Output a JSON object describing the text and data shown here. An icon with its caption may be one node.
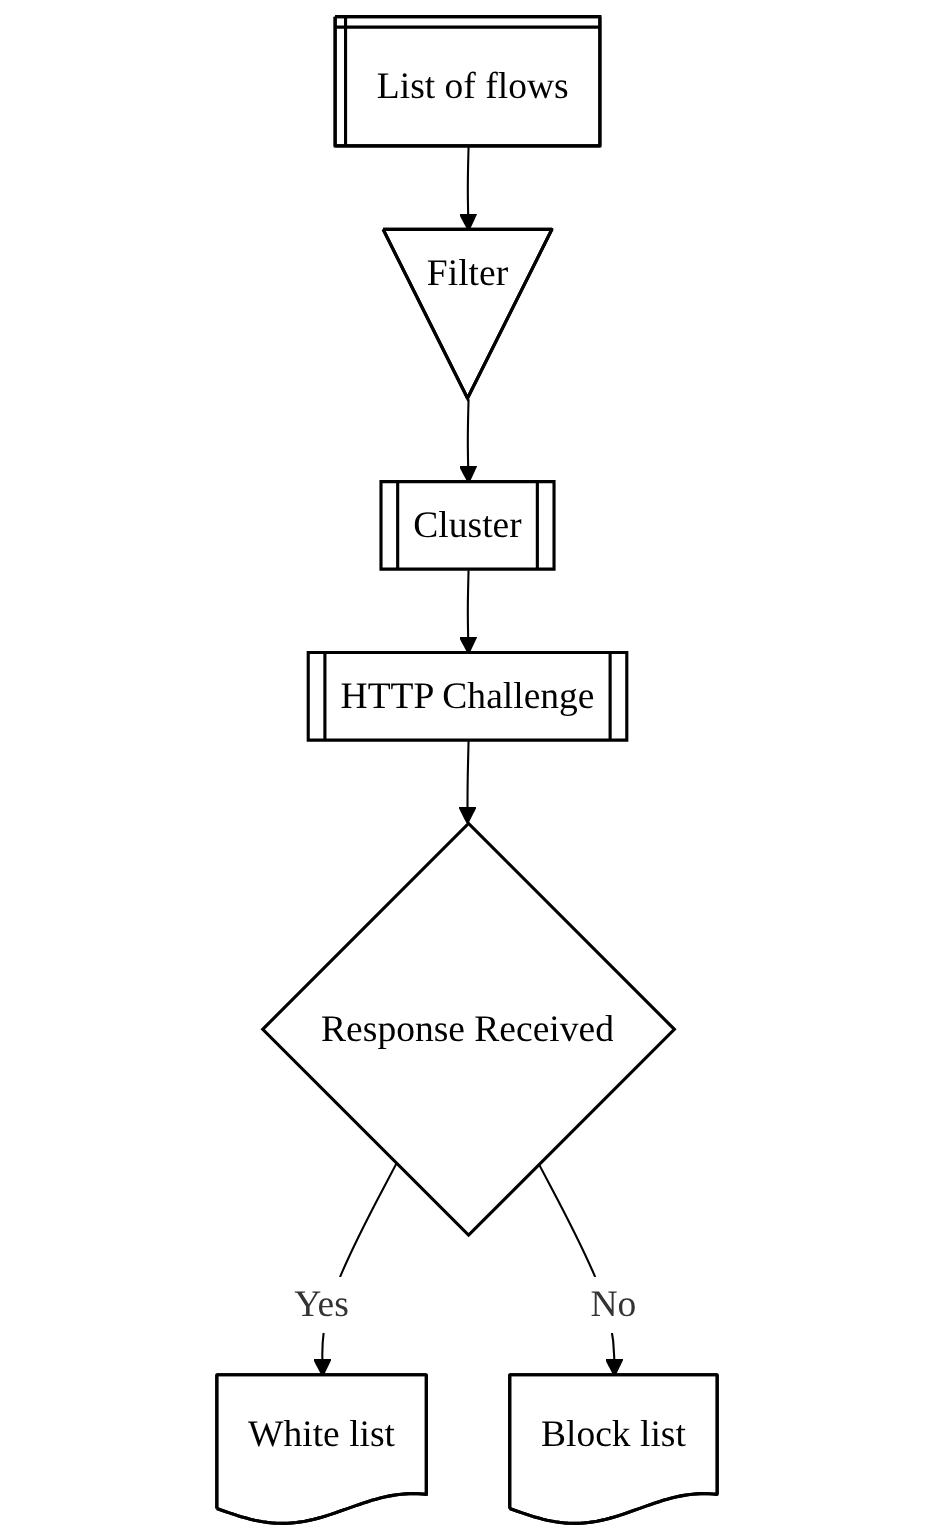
{
  "diagram": {
    "nodes": [
      {
        "text": [
          "List of flows"
        ]
      },
      {
        "text": [
          "Filter"
        ]
      },
      {
        "text": [
          "Cluster"
        ]
      },
      {
        "text": [
          "HTTP Challenge"
        ]
      },
      {
        "text": [
          "Response Received"
        ]
      },
      {
        "text": [
          "White list"
        ]
      },
      {
        "text": [
          "Block list"
        ]
      }
    ],
    "edges": [
      {
        "from": 0,
        "to": 1,
        "arrow": "to"
      },
      {
        "from": 1,
        "to": 2,
        "arrow": "to"
      },
      {
        "from": 2,
        "to": 3,
        "arrow": "to"
      },
      {
        "from": 3,
        "to": 4,
        "arrow": "to"
      },
      {
        "from": 4,
        "to": 5,
        "arrow": "to",
        "label": "Yes"
      },
      {
        "from": 4,
        "to": 6,
        "arrow": "to",
        "label": "No"
      }
    ]
  }
}
